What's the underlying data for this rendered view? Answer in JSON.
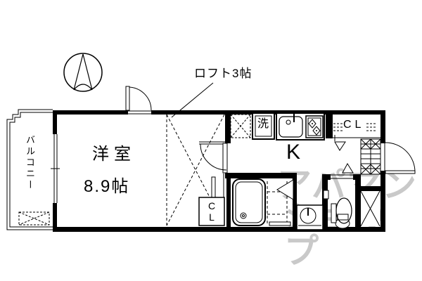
{
  "floorplan": {
    "rooms": {
      "main_room": {
        "name": "洋室",
        "size": "8.9帖"
      },
      "loft": {
        "label": "ロフト3帖"
      },
      "balcony": {
        "label": "バルコニー"
      },
      "kitchen": {
        "label": "K"
      },
      "washer": {
        "label": "洗"
      },
      "closet_upper": {
        "label": "CL"
      },
      "closet_lower": {
        "line1": "C",
        "line2": "L"
      }
    },
    "watermark": {
      "line1": "アパマン",
      "line2": "ショップ",
      "color": "#c9c9c9"
    },
    "style": {
      "line_color": "#000000",
      "background": "#ffffff"
    }
  }
}
